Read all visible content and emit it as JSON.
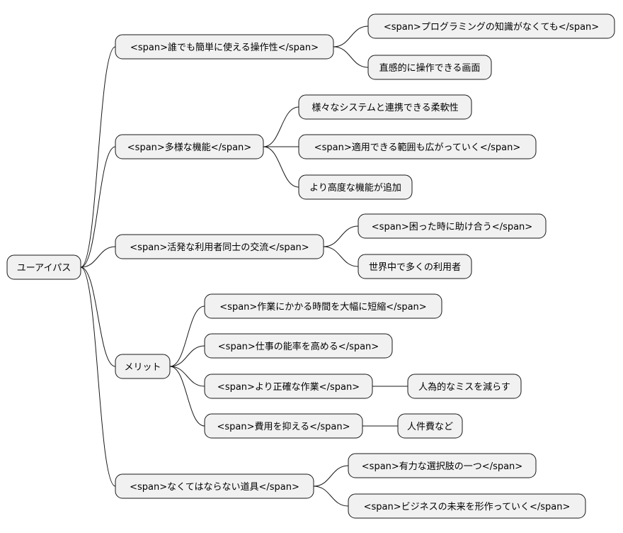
{
  "mindmap": {
    "root": "ユーアイパス",
    "branches": [
      {
        "label": "<span>誰でも簡単に使える操作性</span>",
        "children": [
          {
            "label": "<span>プログラミングの知識がなくても</span>"
          },
          {
            "label": "直感的に操作できる画面"
          }
        ]
      },
      {
        "label": "<span>多様な機能</span>",
        "children": [
          {
            "label": "様々なシステムと連携できる柔軟性"
          },
          {
            "label": "<span>適用できる範囲も広がっていく</span>"
          },
          {
            "label": "より高度な機能が追加"
          }
        ]
      },
      {
        "label": "<span>活発な利用者同士の交流</span>",
        "children": [
          {
            "label": "<span>困った時に助け合う</span>"
          },
          {
            "label": "世界中で多くの利用者"
          }
        ]
      },
      {
        "label": "メリット",
        "children": [
          {
            "label": "<span>作業にかかる時間を大幅に短縮</span>"
          },
          {
            "label": "<span>仕事の能率を高める</span>"
          },
          {
            "label": "<span>より正確な作業</span>",
            "children": [
              {
                "label": "人為的なミスを減らす"
              }
            ]
          },
          {
            "label": "<span>費用を抑える</span>",
            "children": [
              {
                "label": "人件費など"
              }
            ]
          }
        ]
      },
      {
        "label": "<span>なくてはならない道具</span>",
        "children": [
          {
            "label": "<span>有力な選択肢の一つ</span>"
          },
          {
            "label": "<span>ビジネスの未来を形作っていく</span>"
          }
        ]
      }
    ]
  }
}
